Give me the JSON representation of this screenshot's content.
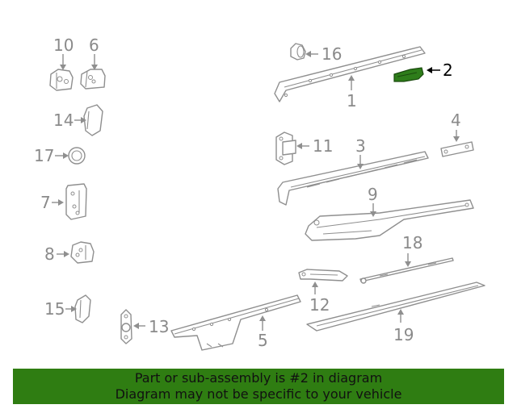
{
  "callouts": {
    "c1": "1",
    "c2": "2",
    "c3": "3",
    "c4": "4",
    "c5": "5",
    "c6": "6",
    "c7": "7",
    "c8": "8",
    "c9": "9",
    "c10": "10",
    "c11": "11",
    "c12": "12",
    "c13": "13",
    "c14": "14",
    "c15": "15",
    "c16": "16",
    "c17": "17",
    "c18": "18",
    "c19": "19"
  },
  "highlight": {
    "part_number": "2",
    "color": "#2f7d12"
  },
  "banner": {
    "line1": "Part or sub-assembly is #2 in diagram",
    "line2": "Diagram may not be specific to your vehicle"
  }
}
